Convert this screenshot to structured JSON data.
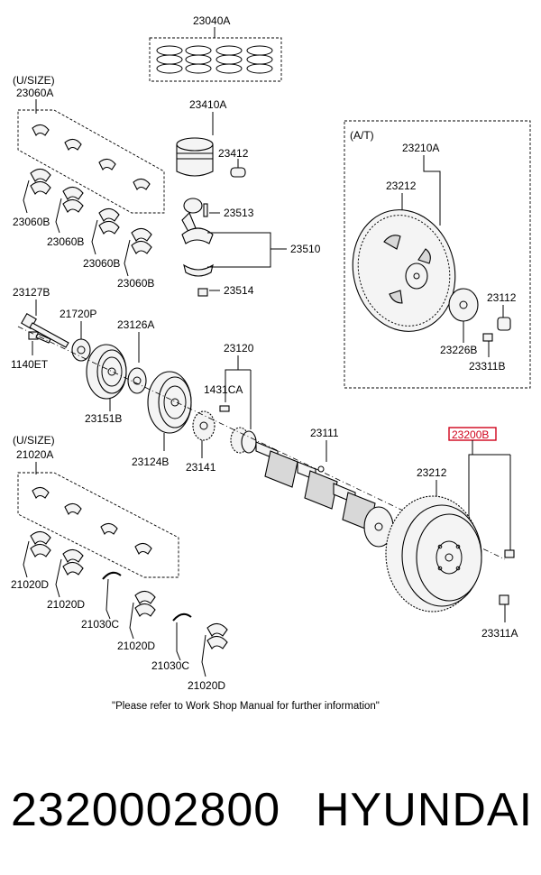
{
  "labels": {
    "l23040A": "23040A",
    "l23060A_usize": "(U/SIZE)",
    "l23060A": "23060A",
    "l23410A": "23410A",
    "l23412": "23412",
    "l23513": "23513",
    "l23510": "23510",
    "l23514": "23514",
    "l23060B_1": "23060B",
    "l23060B_2": "23060B",
    "l23060B_3": "23060B",
    "l23060B_4": "23060B",
    "lAT": "(A/T)",
    "l23210A": "23210A",
    "l23212_top": "23212",
    "l23112": "23112",
    "l23226B": "23226B",
    "l23311B": "23311B",
    "l23127B": "23127B",
    "l21720P": "21720P",
    "l23126A": "23126A",
    "l1140ET": "1140ET",
    "l23120": "23120",
    "l1431CA": "1431CA",
    "l23151B": "23151B",
    "l23124B": "23124B",
    "l23141": "23141",
    "l21020A_usize": "(U/SIZE)",
    "l21020A": "21020A",
    "l23111": "23111",
    "l23200B": "23200B",
    "l23212_bottom": "23212",
    "l21020D_1": "21020D",
    "l21020D_2": "21020D",
    "l21030C_1": "21030C",
    "l21020C": "21020D",
    "l21030C_2": "21030C",
    "l21020D_3": "21020D",
    "l23311A": "23311A"
  },
  "note": "\"Please refer to Work Shop Manual for further information\"",
  "footer": {
    "part_number": "2320002800",
    "brand": "HYUNDAI"
  },
  "colors": {
    "highlight": "#d0021b",
    "line": "#000000"
  }
}
